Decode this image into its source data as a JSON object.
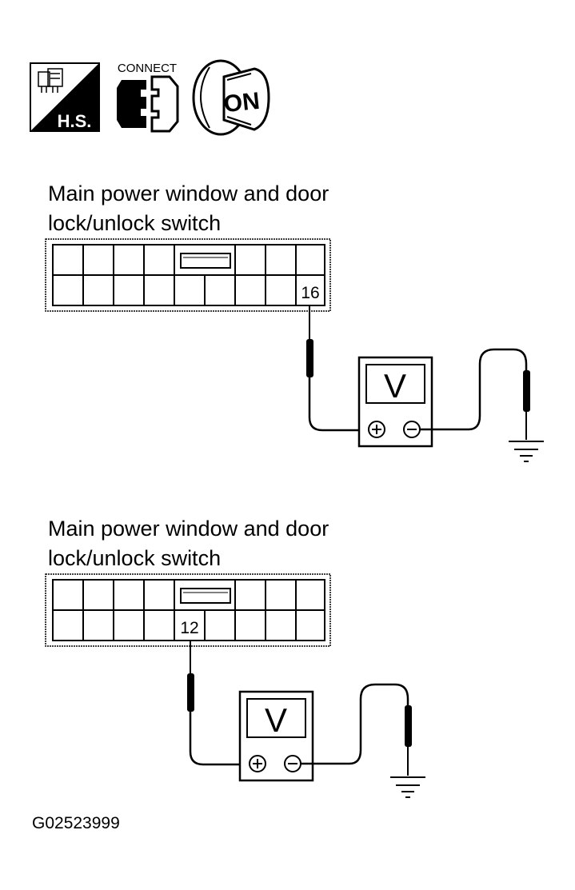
{
  "icons": {
    "hs_label": "H.S.",
    "connect_label": "CONNECT",
    "ignition_label": "ON"
  },
  "diagrams": [
    {
      "title_line1": "Main power window and door",
      "title_line2": "lock/unlock switch",
      "pin_label": "16",
      "meter_label": "V",
      "plus": "+",
      "minus": "−"
    },
    {
      "title_line1": "Main power window and door",
      "title_line2": "lock/unlock switch",
      "pin_label": "12",
      "meter_label": "V",
      "plus": "+",
      "minus": "−"
    }
  ],
  "figure_code": "G02523999"
}
